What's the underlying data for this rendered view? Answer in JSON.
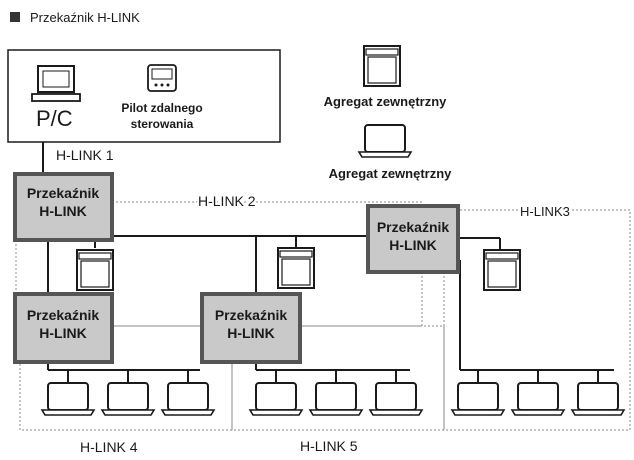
{
  "legend": {
    "title": "Przekaźnik H-LINK"
  },
  "pc_block": {
    "pc_label": "P/C",
    "remote_label_line1": "Pilot zdalnego",
    "remote_label_line2": "sterowania"
  },
  "key": {
    "outdoor_unit": "Agregat zewnętrzny",
    "indoor_unit": "Agregat zewnętrzny"
  },
  "relay": {
    "line1": "Przekaźnik",
    "line2": "H-LINK"
  },
  "links": {
    "link1": "H-LINK 1",
    "link2": "H-LINK 2",
    "link3": "H-LINK3",
    "link4": "H-LINK 4",
    "link5": "H-LINK 5"
  },
  "colors": {
    "relay_fill": "#c9c9c9",
    "relay_border": "#555555",
    "line": "#1a1a1a",
    "dotted": "#8a8a8a"
  }
}
